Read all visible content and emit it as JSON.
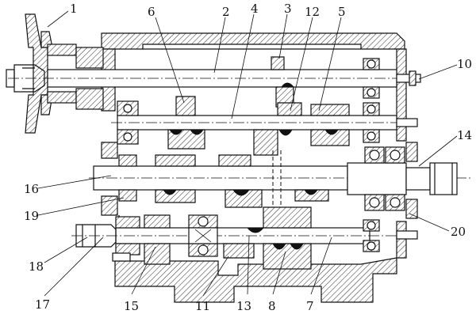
{
  "drawing": {
    "type": "gearbox-cross-section",
    "callouts": [
      {
        "id": "1",
        "text": "1"
      },
      {
        "id": "2",
        "text": "2"
      },
      {
        "id": "3",
        "text": "3"
      },
      {
        "id": "4",
        "text": "4"
      },
      {
        "id": "5",
        "text": "5"
      },
      {
        "id": "6",
        "text": "6"
      },
      {
        "id": "7",
        "text": "7"
      },
      {
        "id": "8",
        "text": "8"
      },
      {
        "id": "10",
        "text": "10"
      },
      {
        "id": "11",
        "text": "11"
      },
      {
        "id": "12",
        "text": "12"
      },
      {
        "id": "13",
        "text": "13"
      },
      {
        "id": "14",
        "text": "14"
      },
      {
        "id": "15",
        "text": "15"
      },
      {
        "id": "16",
        "text": "16"
      },
      {
        "id": "17",
        "text": "17"
      },
      {
        "id": "18",
        "text": "18"
      },
      {
        "id": "19",
        "text": "19"
      },
      {
        "id": "20",
        "text": "20"
      }
    ]
  }
}
